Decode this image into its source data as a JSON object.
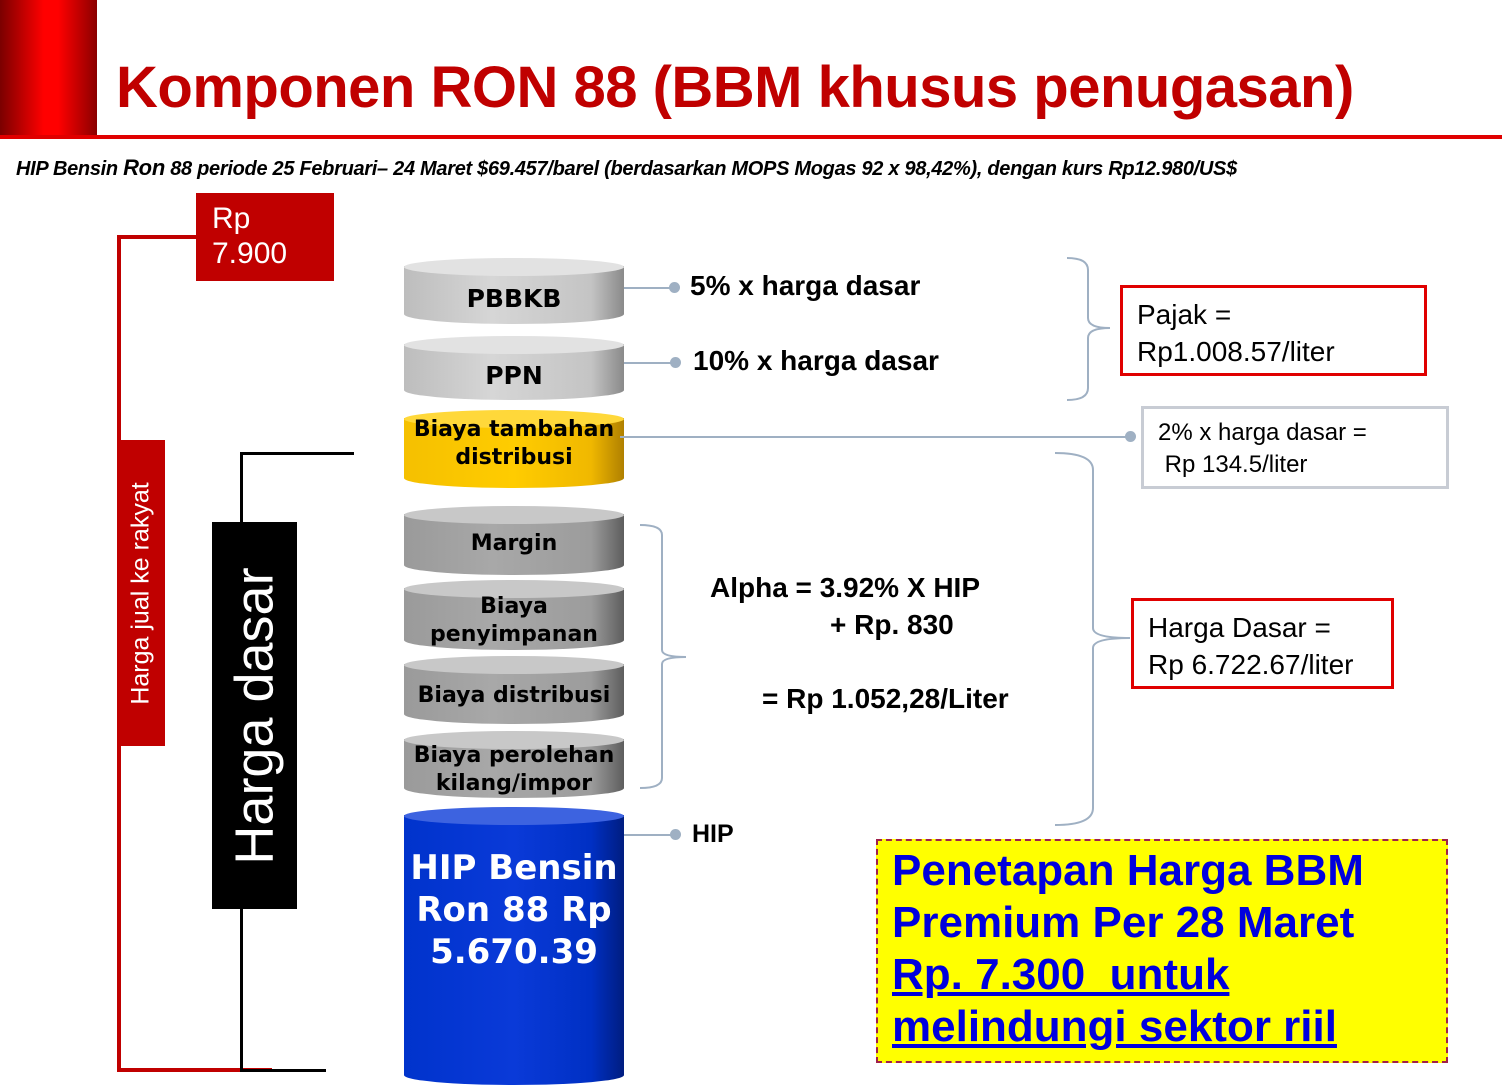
{
  "title": "Komponen RON 88 (BBM khusus penugasan)",
  "subtitle": {
    "part1": "HIP  Bensin ",
    "part2": "Ron",
    "part3": " 88 periode 25 Februari– 24 Maret $69.457/barel (berdasarkan MOPS Mogas 92 x 98,42%), dengan kurs Rp12.980/US$"
  },
  "price_box": {
    "line1": "Rp",
    "line2": "7.900"
  },
  "labels": {
    "harga_jual": "Harga jual ke rakyat",
    "harga_dasar": "Harga dasar"
  },
  "cylinders": [
    {
      "label": "PBBKB"
    },
    {
      "label": "PPN"
    },
    {
      "label": "Biaya tambahan distribusi"
    },
    {
      "label": "Margin"
    },
    {
      "label": "Biaya penyimpanan"
    },
    {
      "label": "Biaya distribusi"
    },
    {
      "label": "Biaya perolehan kilang/impor"
    },
    {
      "label": "HIP Bensin Ron 88 Rp 5.670.39"
    }
  ],
  "annotations": {
    "pbbkb": "5% x harga dasar",
    "ppn": "10% x harga dasar",
    "hip": "HIP",
    "alpha_line1": "Alpha = 3.92% X HIP",
    "alpha_line2": "+ Rp. 830",
    "alpha_line3": "= Rp 1.052,28/Liter"
  },
  "boxes": {
    "pajak": {
      "line1": "Pajak =",
      "line2": "Rp1.008.57/liter"
    },
    "tambahan": {
      "line1": "2% x harga dasar =",
      "line2": " Rp 134.5/liter"
    },
    "harga_dasar": {
      "line1": "Harga Dasar =",
      "line2": "Rp 6.722.67/liter"
    }
  },
  "callout": {
    "line1": "Penetapan Harga BBM",
    "line2": "Premium Per 28 Maret",
    "line3": "Rp. 7.300  untuk",
    "line4": "melindungi sektor riil"
  },
  "colors": {
    "accent_red": "#c00000",
    "yellow": "#ffcc00",
    "blue": "#0033cc",
    "callout_text": "#0000dd"
  }
}
